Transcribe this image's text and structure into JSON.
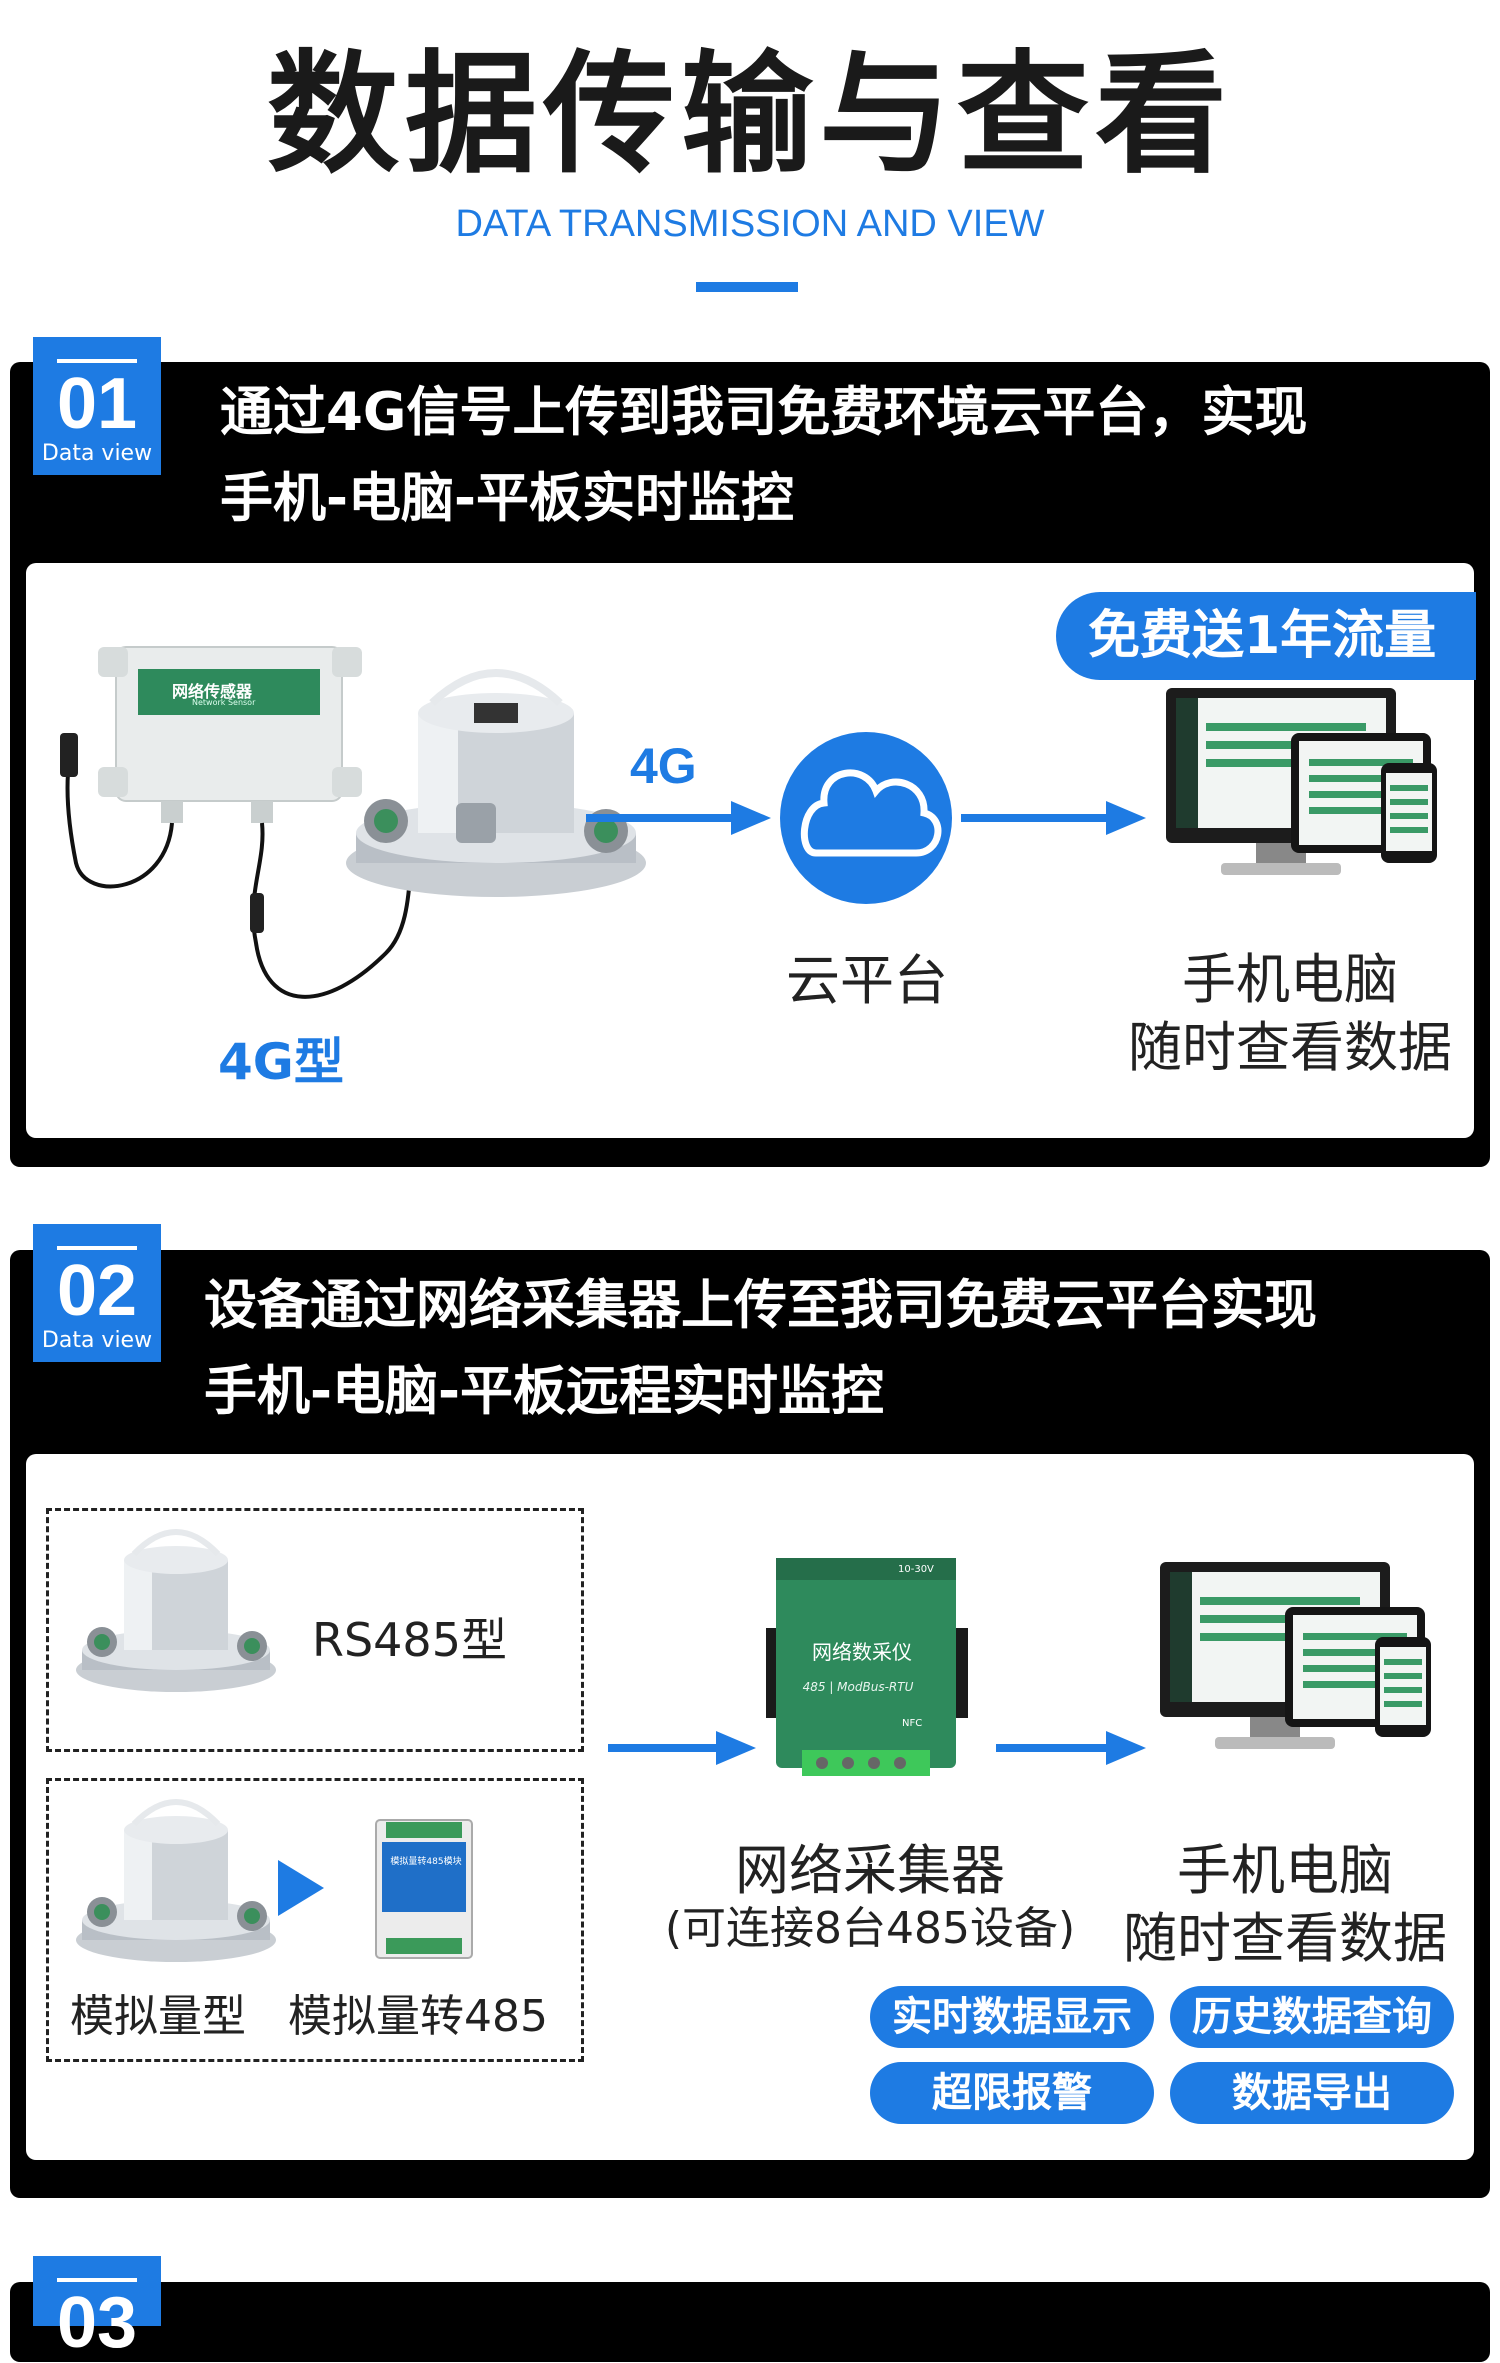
{
  "header": {
    "title": "数据传输与查看",
    "subtitle": "DATA TRANSMISSION AND VIEW"
  },
  "sections": [
    {
      "number": "01",
      "badge_text": "Data view",
      "heading_line1": "通过4G信号上传到我司免费环境云平台，实现",
      "heading_line2": "手机-电脑-平板实时监控",
      "device_box_title": "网络传感器",
      "device_box_sub": "Network Sensor",
      "device_label": "4G型",
      "arrow_label": "4G",
      "cloud_label": "云平台",
      "promo_tag": "免费送1年流量",
      "view_label_line1": "手机电脑",
      "view_label_line2": "随时查看数据"
    },
    {
      "number": "02",
      "badge_text": "Data view",
      "heading_line1": "设备通过网络采集器上传至我司免费云平台实现",
      "heading_line2": "手机-电脑-平板远程实时监控",
      "rs485_label": "RS485型",
      "analog_label": "模拟量型",
      "converter_label": "模拟量转485",
      "converter_title": "模拟量转485模块",
      "collector_title": "网络数采仪",
      "collector_sub": "485 | ModBus-RTU",
      "collector_voltage": "10-30V",
      "collector_nfc": "NFC",
      "collector_label": "网络采集器",
      "collector_note": "(可连接8台485设备)",
      "view_label_line1": "手机电脑",
      "view_label_line2": "随时查看数据",
      "features": [
        "实时数据显示",
        "历史数据查询",
        "超限报警",
        "数据导出"
      ]
    },
    {
      "number": "03"
    }
  ],
  "colors": {
    "accent": "#1e7be3",
    "section_bg": "#000000",
    "green_device": "#2e8a5c"
  }
}
